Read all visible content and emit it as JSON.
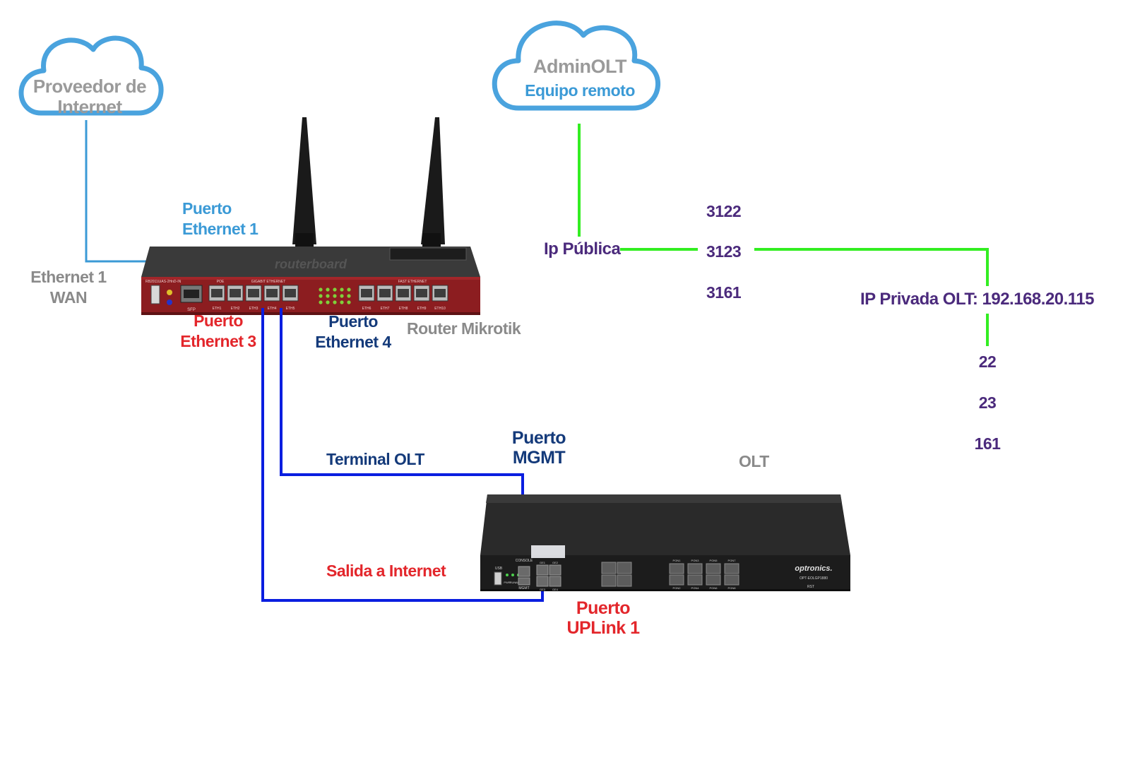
{
  "colors": {
    "cloud_stroke": "#4aa3de",
    "wan_line": "#3b9ad6",
    "olt_lines": "#0a1ee0",
    "remote_lines": "#33ee22",
    "router_body": "#8c1d20",
    "olt_body": "#2a2a2a"
  },
  "icons": [
    "cloud-icon",
    "router-icon",
    "antenna-icon",
    "olt-device-icon"
  ],
  "clouds": {
    "isp": {
      "line1": "Proveedor de",
      "line2": "Internet"
    },
    "admin": {
      "line1": "AdminOLT",
      "line2": "Equipo remoto"
    }
  },
  "labels": {
    "eth1_wan": {
      "line1": "Ethernet 1",
      "line2": "WAN"
    },
    "puerto_eth1": {
      "line1": "Puerto",
      "line2": "Ethernet 1"
    },
    "puerto_eth3": {
      "line1": "Puerto",
      "line2": "Ethernet 3"
    },
    "puerto_eth4": {
      "line1": "Puerto",
      "line2": "Ethernet 4"
    },
    "router": "Router Mikrotik",
    "terminal_olt": "Terminal OLT",
    "puerto_mgmt": {
      "line1": "Puerto",
      "line2": "MGMT"
    },
    "olt": "OLT",
    "salida_internet": "Salida a Internet",
    "puerto_uplink": {
      "line1": "Puerto",
      "line2": "UPLink 1"
    },
    "ip_publica": "Ip Pública",
    "ip_privada": {
      "prefix": "IP Privada OLT:",
      "address": "192.168.20.115"
    }
  },
  "public_ports": [
    "3122",
    "3123",
    "3161"
  ],
  "private_ports": [
    "22",
    "23",
    "161"
  ],
  "router_device": {
    "brand": "routerboard",
    "model": "RB2011UiAS-2HnD-IN",
    "poe": "POE",
    "gigabit": "GIGABIT ETHERNET",
    "fast": "FAST ETHERNET",
    "sfp": "SFP",
    "ports": [
      "ETH1",
      "ETH2",
      "ETH3",
      "ETH4",
      "ETH5",
      "ETH6",
      "ETH7",
      "ETH8",
      "ETH9",
      "ETH10"
    ]
  },
  "olt_device": {
    "brand": "optronics.",
    "model": "OPT-EOLGP1880",
    "usb": "USB",
    "console": "CONSOLE",
    "mgmt": "MGMT",
    "ge": [
      "GE1",
      "GE2",
      "GE3",
      "GE4"
    ],
    "leds": [
      "PWR",
      "RUN",
      "ALM"
    ],
    "pon_top": [
      "PON1",
      "PON3",
      "PON5",
      "PON7"
    ],
    "pon_bottom": [
      "PON2",
      "PON4",
      "PON6",
      "PON8"
    ],
    "rst": "RST"
  }
}
